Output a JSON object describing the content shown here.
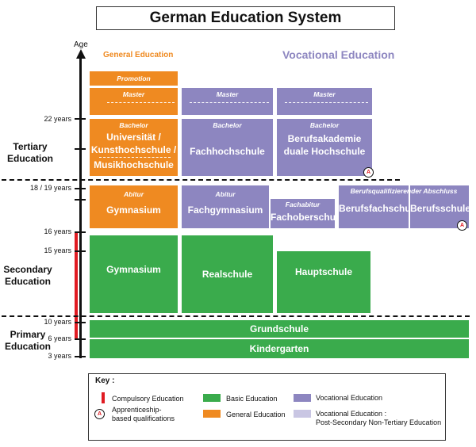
{
  "title": "German Education System",
  "headers": {
    "general": "General Education",
    "vocational": "Vocational Education"
  },
  "axis": {
    "label": "Age"
  },
  "ages": [
    "22 years",
    "18 / 19 years",
    "16 years",
    "15 years",
    "10 years",
    "6 years",
    "3 years"
  ],
  "stages": {
    "tertiary": "Tertiary Education",
    "secondary": "Secondary Education",
    "primary": "Primary Education"
  },
  "tertiary": {
    "promotion": "Promotion",
    "master": [
      "Master",
      "Master",
      "Master"
    ],
    "bachelor_label": "Bachelor",
    "universitaet": [
      "Universität /",
      "Kunsthochschule /",
      "Musikhochschule"
    ],
    "fachhochschule": "Fachhochschule",
    "berufsakademie": [
      "Berufsakademie",
      "duale Hochschule"
    ]
  },
  "upper_secondary": {
    "abitur": "Abitur",
    "gymnasium": "Gymnasium",
    "fachgymnasium": "Fachgymnasium",
    "fachabitur": "Fachabitur",
    "fachoberschule": "Fachoberschule",
    "berufsqual": "Berufsqualifizierender Abschluss",
    "berufsfachschule": "Berufsfachschule",
    "berufsschule": "Berufsschule"
  },
  "lower_secondary": {
    "gymnasium": "Gymnasium",
    "realschule": "Realschule",
    "hauptschule": "Hauptschule"
  },
  "primary": {
    "grundschule": "Grundschule",
    "kindergarten": "Kindergarten"
  },
  "badge_letter": "A",
  "key": {
    "title": "Key :",
    "compulsory": "Compulsory Education",
    "apprenticeship": [
      "Apprenticeship-",
      "based qualifications"
    ],
    "basic": "Basic Education",
    "general": "General Education",
    "vocational": "Vocational Education",
    "postsecondary": [
      "Vocational Education :",
      "Post-Secondary Non-Tertiary Education"
    ]
  },
  "colors": {
    "general": "#ef8a21",
    "vocational": "#8d86c0",
    "basic": "#3aab4c",
    "post_secondary": "#c9c6e3",
    "compulsory": "#e01b22"
  }
}
